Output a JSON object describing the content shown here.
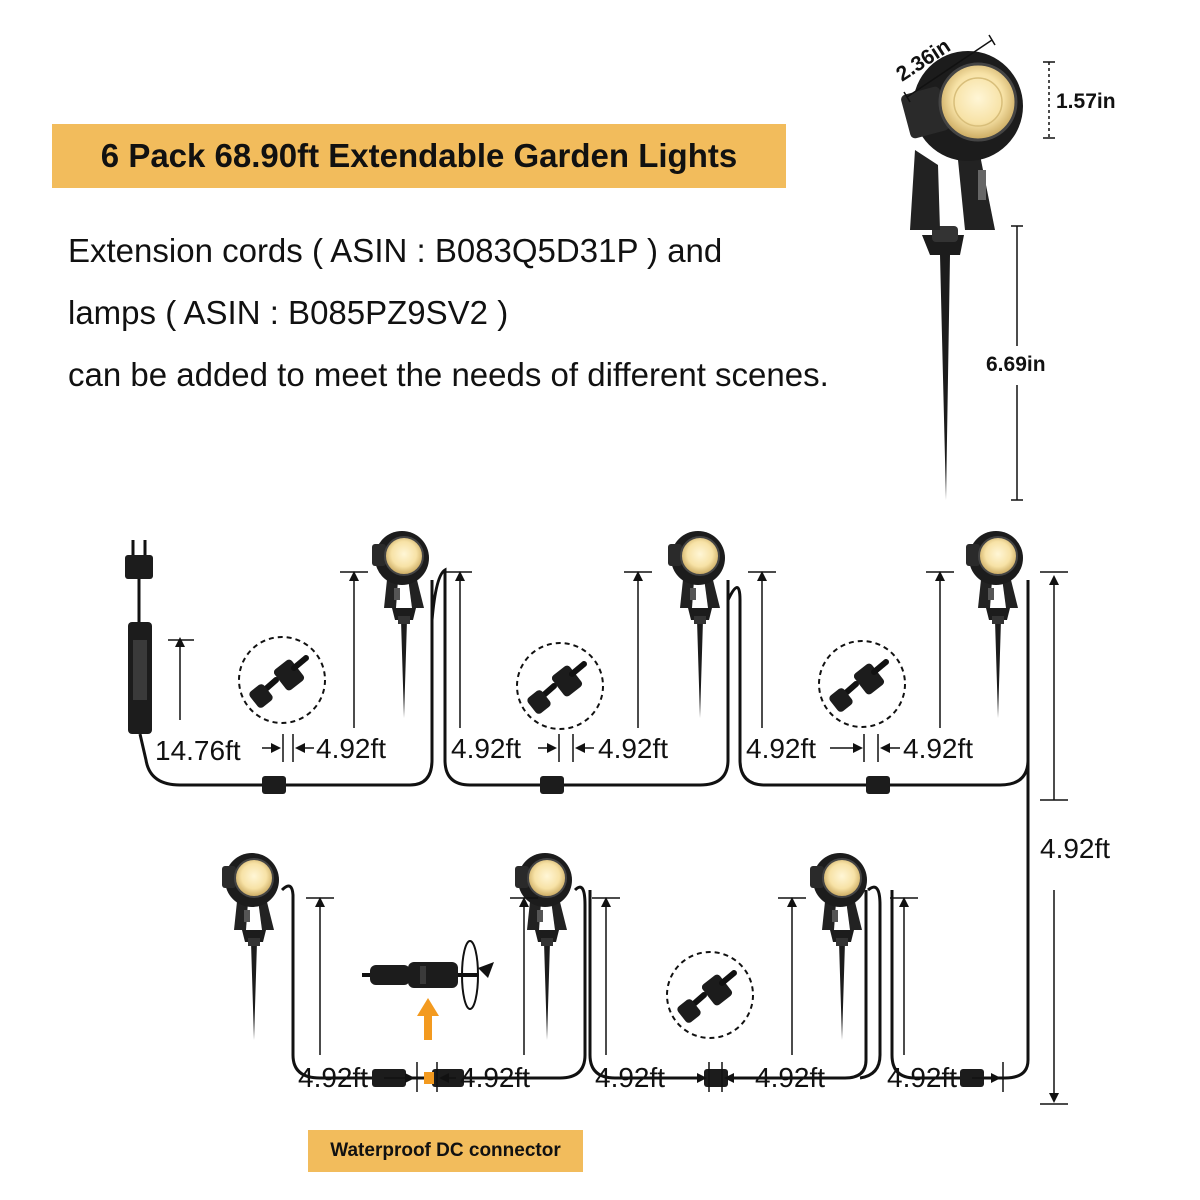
{
  "title": "6 Pack 68.90ft Extendable Garden Lights",
  "description": {
    "line1": "Extension cords ( ASIN : B083Q5D31P ) and",
    "line2": "lamps ( ASIN : B085PZ9SV2 )",
    "line3": "can be added to meet the needs of different scenes."
  },
  "product_dimensions": {
    "head_width": "2.36in",
    "head_height": "1.57in",
    "stake_length": "6.69in"
  },
  "cable_labels": {
    "transformer_lead": "14.76ft",
    "segment": "4.92ft"
  },
  "connector_label": "Waterproof DC connector",
  "colors": {
    "banner": "#f2bc5c",
    "lamp_glow": "#f7e2a6",
    "lamp_body": "#1c1c1c",
    "arrow_accent": "#f39a1f"
  },
  "icons": [
    "plug-icon",
    "transformer-icon",
    "spotlight-icon",
    "connector-zoom-icon",
    "dc-connector-icon",
    "up-arrow-icon",
    "rotate-arrow-icon"
  ]
}
